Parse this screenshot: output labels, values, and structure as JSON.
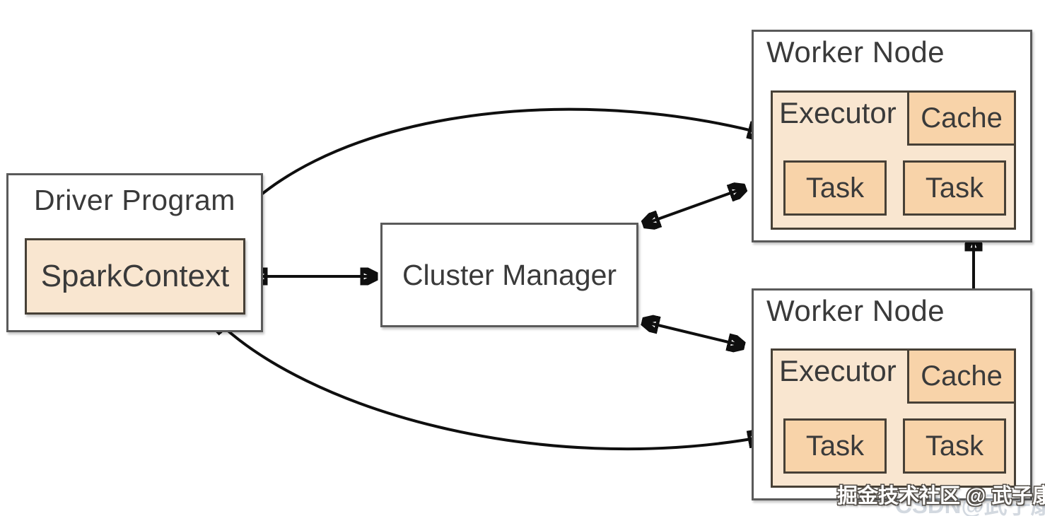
{
  "diagram": {
    "driver": {
      "title": "Driver Program",
      "spark_context_label": "SparkContext"
    },
    "cluster_manager": {
      "title": "Cluster Manager"
    },
    "worker_nodes": [
      {
        "title": "Worker Node",
        "executor_label": "Executor",
        "cache_label": "Cache",
        "tasks": [
          "Task",
          "Task"
        ]
      },
      {
        "title": "Worker Node",
        "executor_label": "Executor",
        "cache_label": "Cache",
        "tasks": [
          "Task",
          "Task"
        ]
      }
    ],
    "arrows": {
      "sparkcontext_clustermanager": "bidirectional",
      "sparkcontext_worker1_executor": "bidirectional",
      "sparkcontext_worker2_executor": "bidirectional",
      "clustermanager_worker1": "bidirectional",
      "clustermanager_worker2": "bidirectional",
      "worker1_worker2": "bidirectional"
    },
    "watermark": {
      "text": "掘金技术社区 @ 武子康",
      "ghost_text": "CSDN@武子康"
    },
    "colors": {
      "fill_light_peach": "#f9e6d0",
      "fill_dark_peach": "#f8d3a9",
      "border_gray": "#5a5a5a",
      "border_brown": "#474036",
      "arrow_black": "#0f0f0f",
      "watermark_white": "#ffffff"
    }
  }
}
